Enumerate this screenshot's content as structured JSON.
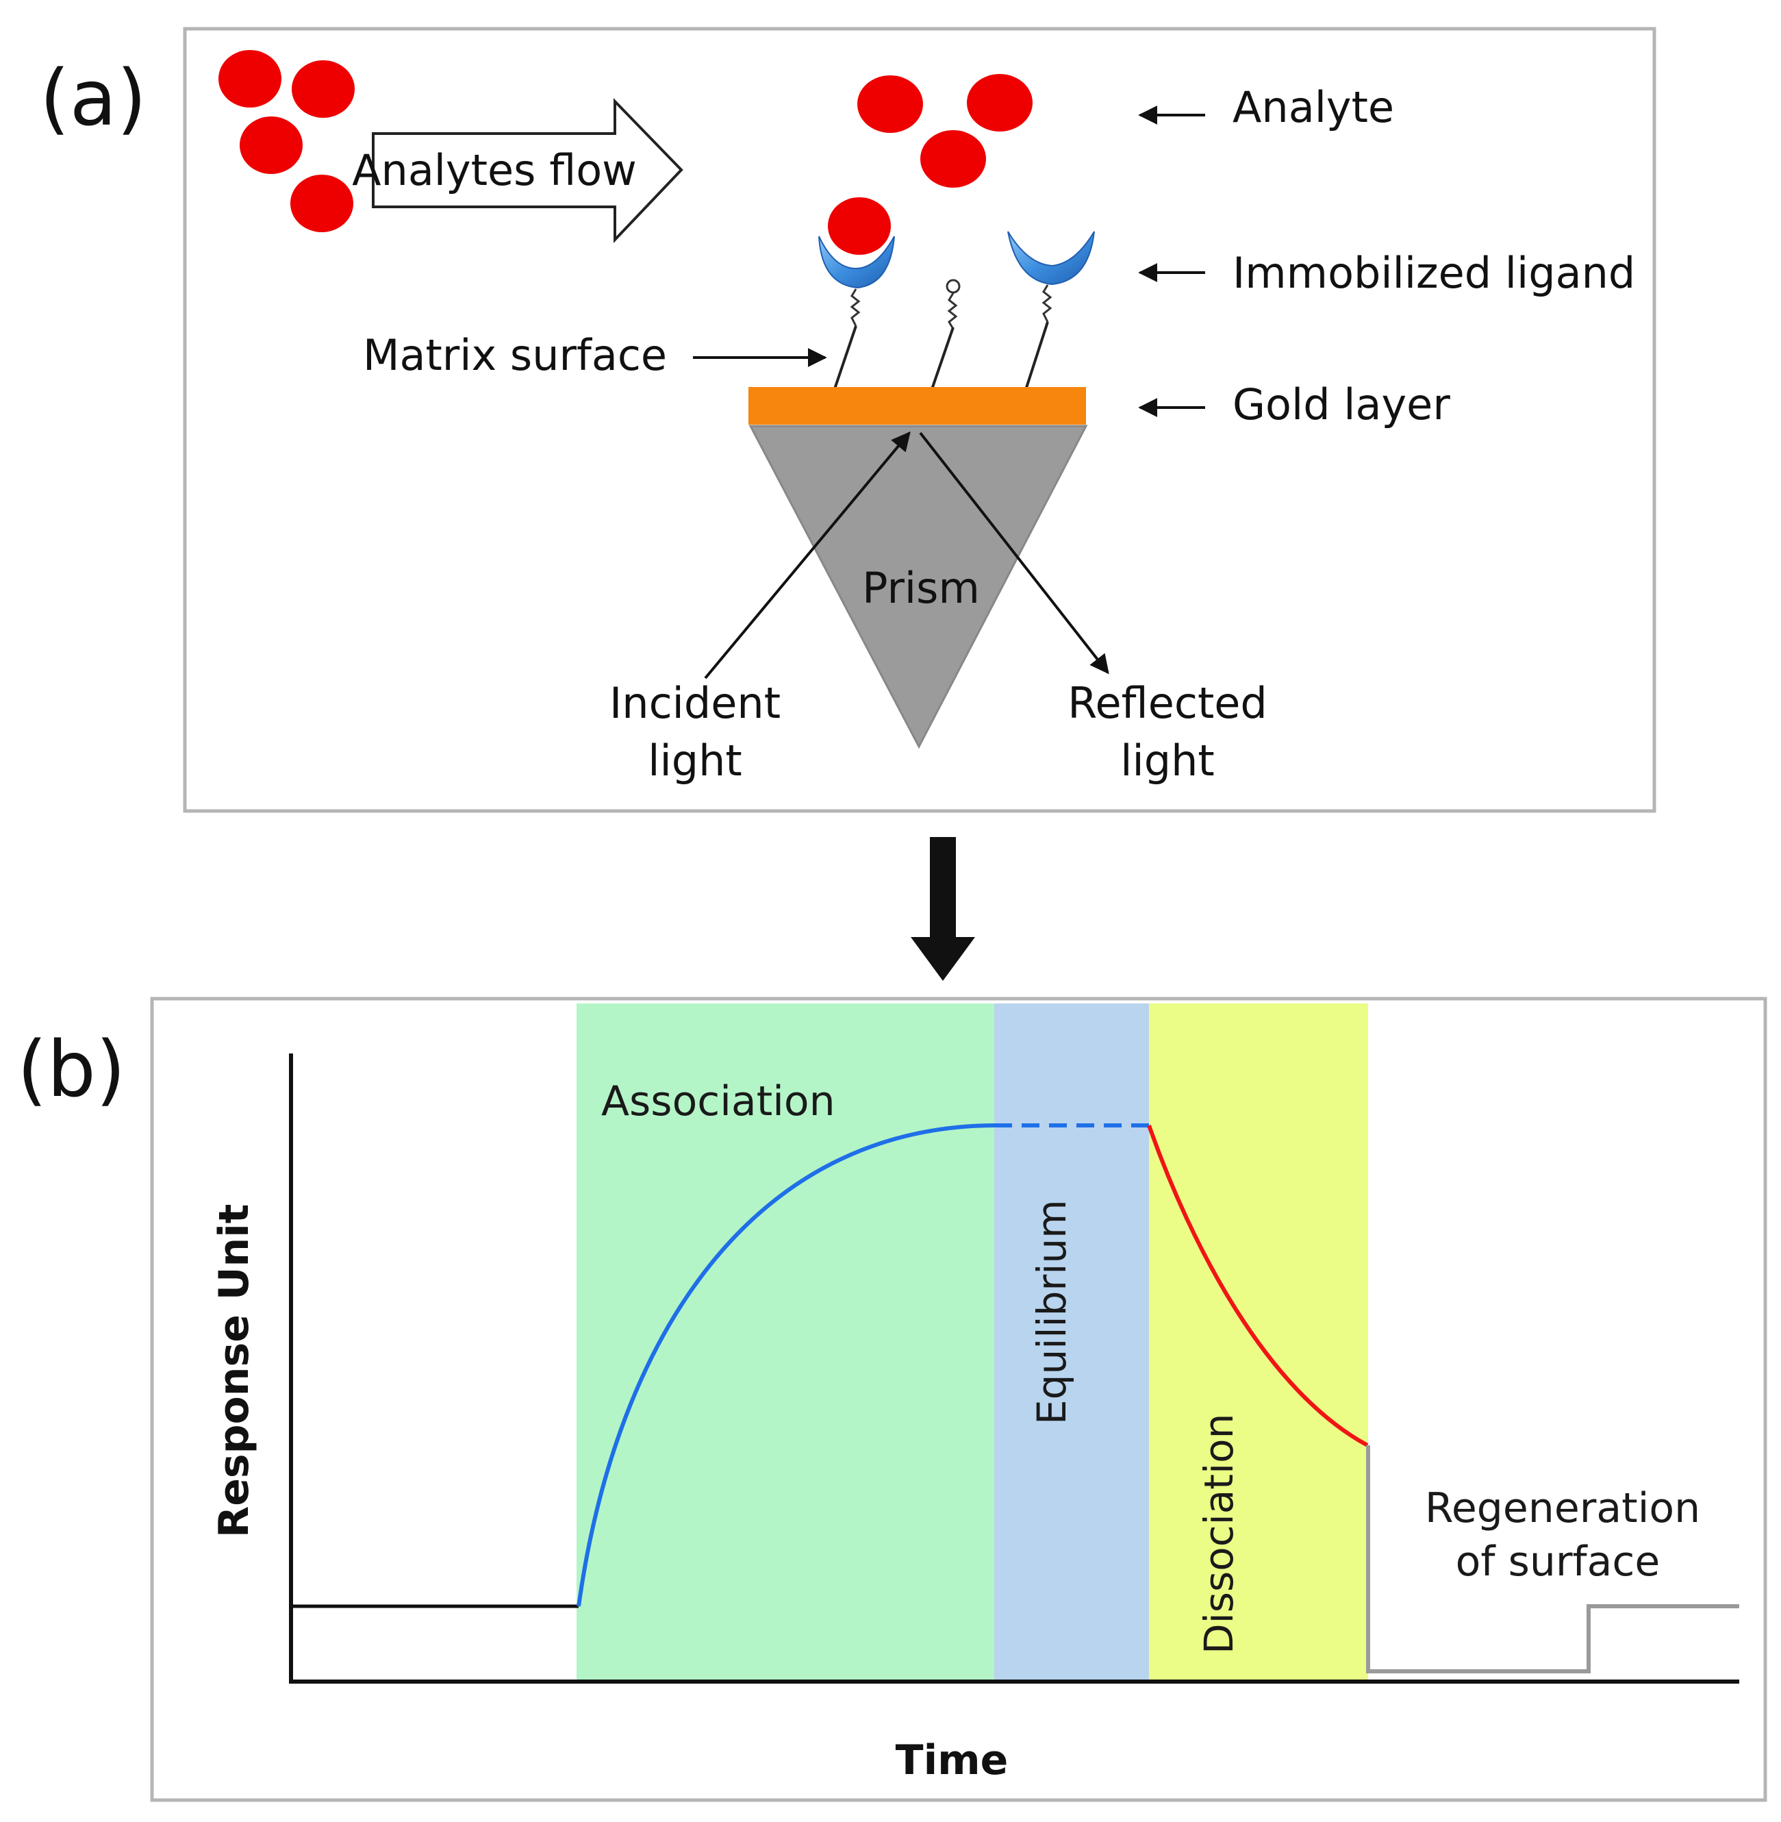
{
  "panel_a": {
    "letter": "(a)",
    "flow_label": "Analytes flow",
    "analyte_label": "Analyte",
    "ligand_label": "Immobilized ligand",
    "matrix_label": "Matrix surface",
    "gold_label": "Gold layer",
    "prism_label": "Prism",
    "incident_line1": "Incident",
    "incident_line2": "light",
    "reflected_line1": "Reflected",
    "reflected_line2": "light",
    "colors": {
      "analyte": "#ee0000",
      "gold": "#f7860f",
      "prism": "#9b9b9b",
      "ligand": "#3d8ee0"
    }
  },
  "panel_b": {
    "letter": "(b)",
    "y_axis_label": "Response Unit",
    "x_axis_label": "Time",
    "phase_association": "Association",
    "phase_equilibrium": "Equilibrium",
    "phase_dissociation": "Dissociation",
    "regeneration_line1": "Regeneration",
    "regeneration_line2": "of surface",
    "colors": {
      "association_bg": "#b4f5c8",
      "equilibrium_bg": "#b8d4ee",
      "dissociation_bg": "#ebfd86",
      "association_curve": "#1f6fe8",
      "dissociation_curve": "#f01515",
      "regeneration_line": "#9a9a9a"
    }
  }
}
